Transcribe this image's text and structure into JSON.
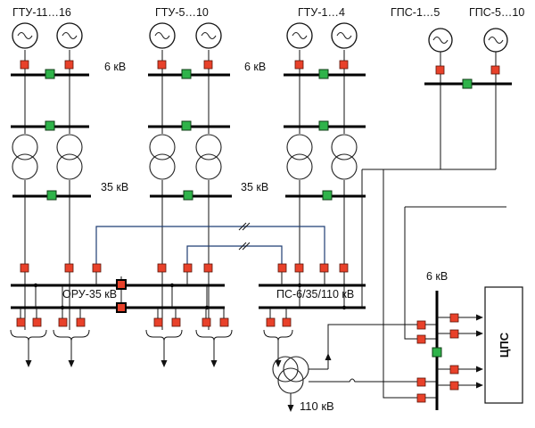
{
  "labels": {
    "gtu_11_16": "ГТУ-11…16",
    "gtu_5_10": "ГТУ-5…10",
    "gtu_1_4": "ГТУ-1…4",
    "gps_1_5": "ГПС-1…5",
    "gps_5_10": "ГПС-5…10",
    "kv6_a": "6 кВ",
    "kv6_b": "6 кВ",
    "kv6_c": "6 кВ",
    "kv35_a": "35 кВ",
    "kv35_b": "35 кВ",
    "oru35": "ОРУ-35 кВ",
    "ps": "ПС-6/35/110 кВ",
    "kv110": "110 кВ",
    "cps": "ЦПС"
  },
  "colors": {
    "breaker_closed": "#e8412a",
    "breaker_sectional": "#2fb34a",
    "link_line": "#1f3d73"
  },
  "icons": {
    "generator": "generator-icon",
    "transformer": "transformer-icon",
    "three_winding_transformer": "three-winding-transformer-icon",
    "breaker": "breaker-icon",
    "arrow": "arrow-down-icon"
  }
}
